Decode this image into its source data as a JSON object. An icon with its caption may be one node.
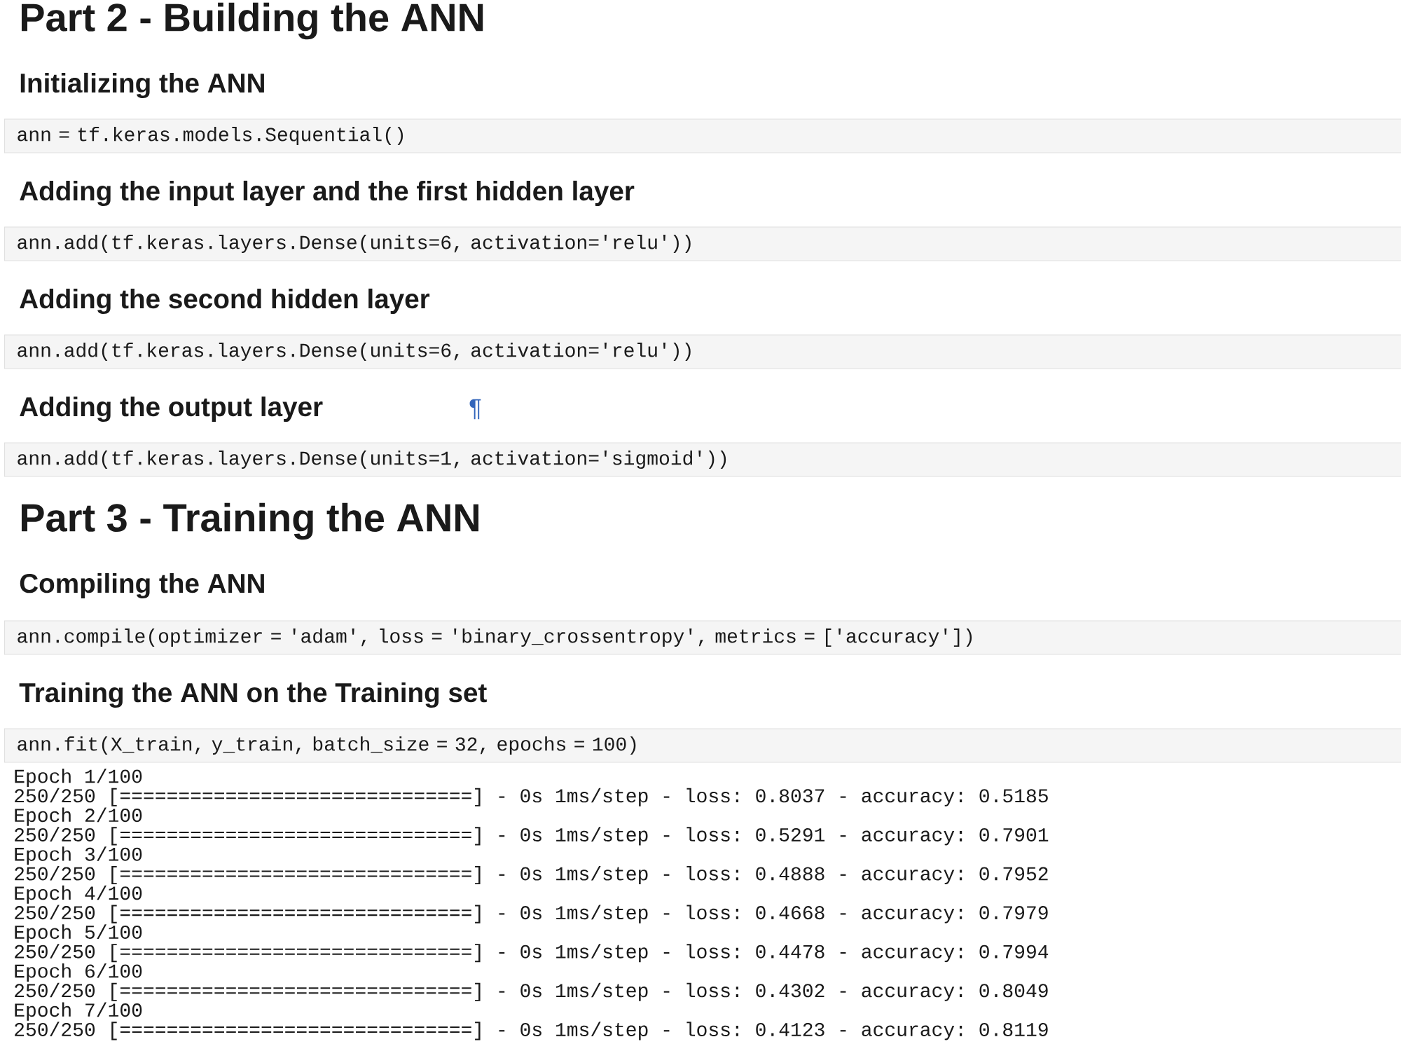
{
  "diagram": {
    "nodes": [
      {
        "text": [
          "ann = tf.keras.models.Sequential()"
        ]
      },
      {
        "text": [
          "ann.add(tf.keras.layers.Dense(units=6, activation='relu'))"
        ]
      },
      {
        "text": [
          "ann.add(tf.keras.layers.Dense(units=6, activation='relu'))"
        ]
      },
      {
        "text": [
          "ann.add(tf.keras.layers.Dense(units=1, activation='sigmoid'))"
        ]
      },
      {
        "text": [
          "ann.compile(optimizer = 'adam', loss = 'binary_crossentropy', metrics = ['accuracy'])"
        ]
      },
      {
        "text": [
          "ann.fit(X_train, y_train, batch_size = 32, epochs = 100)"
        ]
      }
    ],
    "labels": [
      "Part 2 - Building the ANN",
      "Initializing the ANN",
      "Adding the input layer and the first hidden layer",
      "Adding the second hidden layer",
      "Adding the output layer",
      "¶",
      "Part 3 - Training the ANN",
      "Compiling the ANN",
      "Training the ANN on the Training set",
      "Epoch 1/100",
      "250/250 [==============================] - 0s 1ms/step - loss: 0.8037 - accuracy: 0.5185",
      "Epoch 2/100",
      "250/250 [==============================] - 0s 1ms/step - loss: 0.5291 - accuracy: 0.7901",
      "Epoch 3/100",
      "250/250 [==============================] - 0s 1ms/step - loss: 0.4888 - accuracy: 0.7952",
      "Epoch 4/100",
      "250/250 [==============================] - 0s 1ms/step - loss: 0.4668 - accuracy: 0.7979",
      "Epoch 5/100",
      "250/250 [==============================] - 0s 1ms/step - loss: 0.4478 - accuracy: 0.7994",
      "Epoch 6/100",
      "250/250 [==============================] - 0s 1ms/step - loss: 0.4302 - accuracy: 0.8049",
      "Epoch 7/100",
      "250/250 [==============================] - 0s 1ms/step - loss: 0.4123 - accuracy: 0.8119"
    ]
  }
}
